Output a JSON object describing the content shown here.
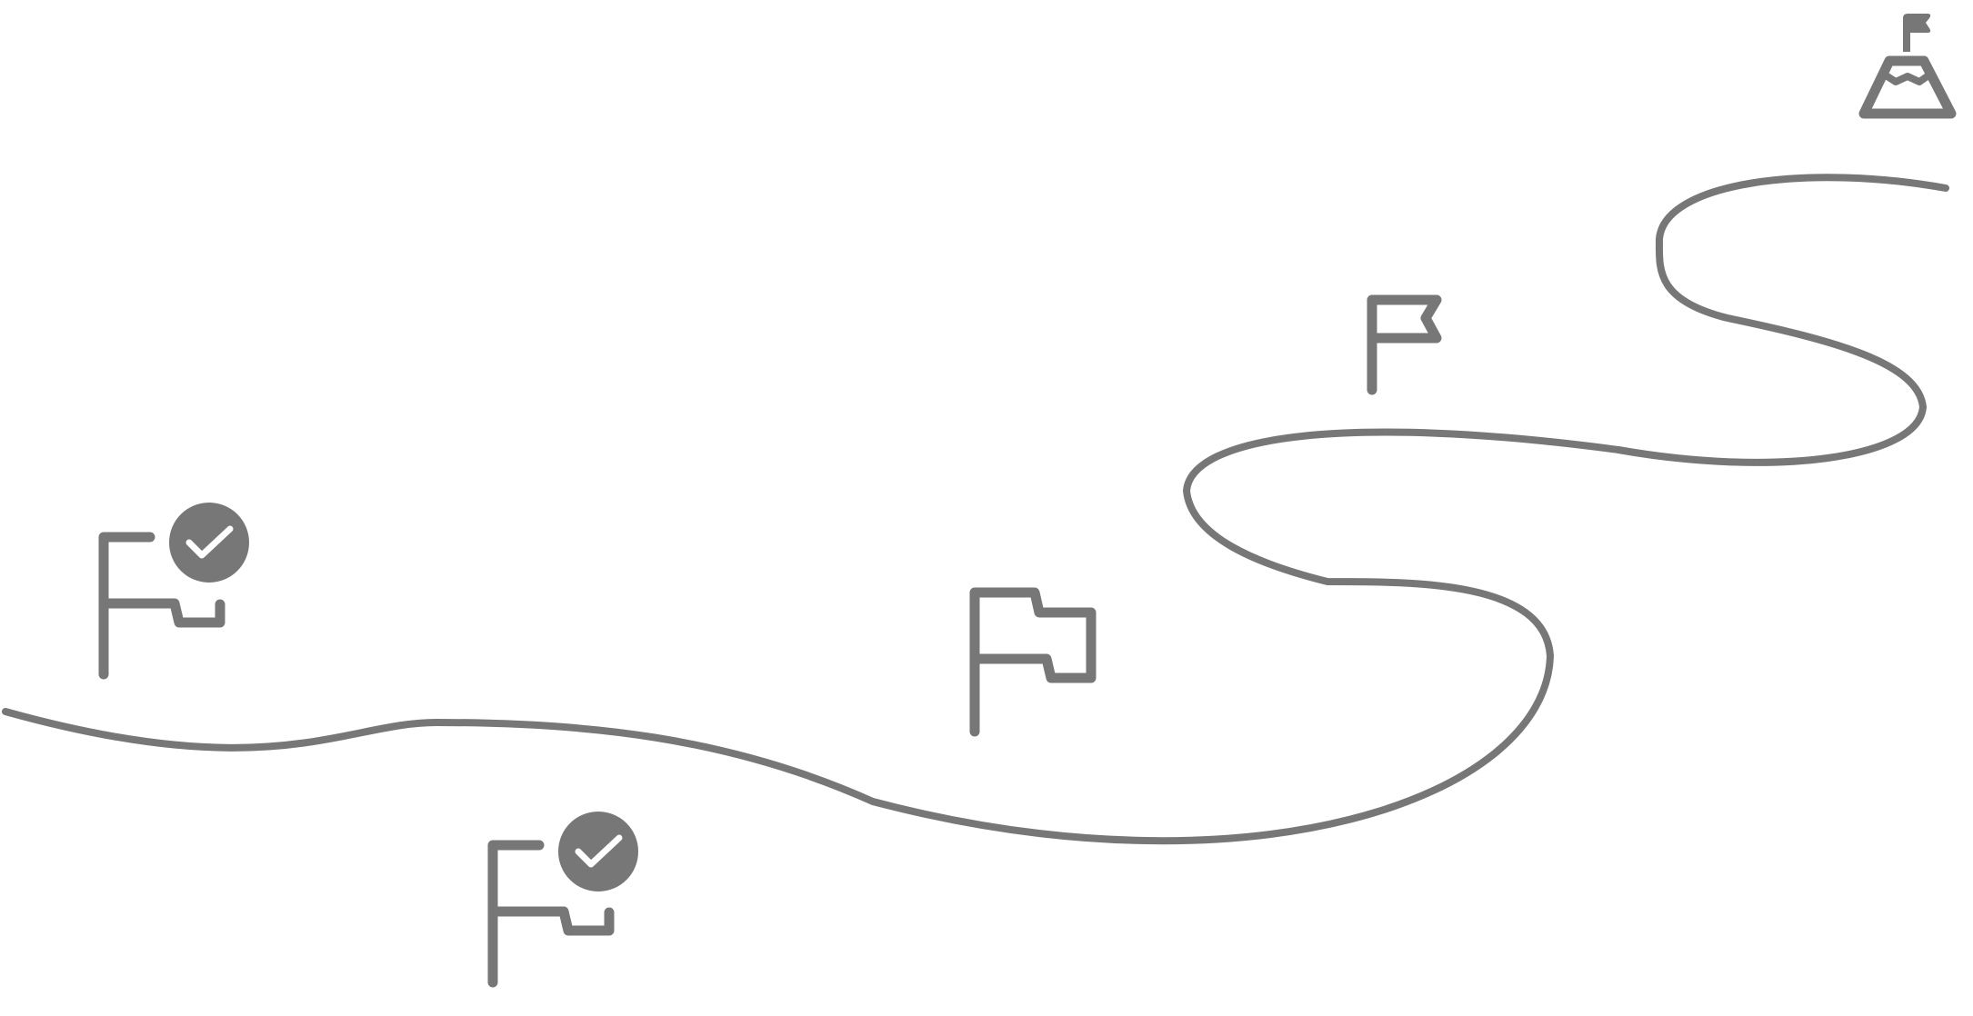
{
  "colors": {
    "ink": "#777777",
    "badge_check": "#ffffff"
  },
  "route": {
    "name": "journey-path"
  },
  "milestones": [
    {
      "id": "milestone-1",
      "icon": "flag-check-icon",
      "status": "completed"
    },
    {
      "id": "milestone-2",
      "icon": "flag-check-icon",
      "status": "completed"
    },
    {
      "id": "milestone-3",
      "icon": "flag-icon",
      "status": "pending"
    },
    {
      "id": "milestone-4",
      "icon": "pennant-flag-icon",
      "status": "pending"
    },
    {
      "id": "goal",
      "icon": "mountain-summit-flag-icon",
      "status": "goal"
    }
  ]
}
